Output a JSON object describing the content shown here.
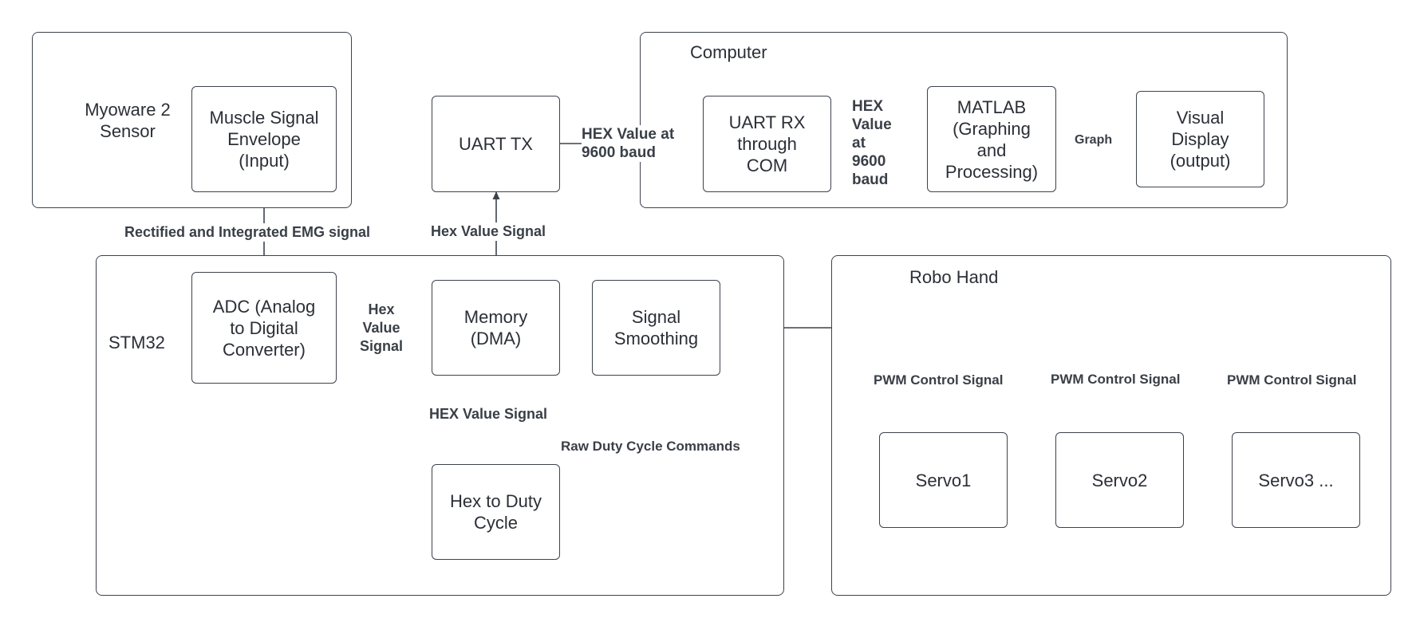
{
  "groups": {
    "sensor": "Myoware 2\nSensor",
    "computer": "Computer",
    "stm32": "STM32",
    "robo_hand": "Robo Hand"
  },
  "nodes": {
    "muscle_signal": "Muscle Signal\nEnvelope\n(Input)",
    "uart_tx": "UART TX",
    "uart_rx": "UART RX\nthrough\nCOM",
    "matlab": "MATLAB\n(Graphing\nand\nProcessing)",
    "visual_display": "Visual\nDisplay\n(output)",
    "adc": "ADC (Analog\nto Digital\nConverter)",
    "memory": "Memory\n(DMA)",
    "signal_smoothing": "Signal\nSmoothing",
    "hex_to_duty": "Hex to Duty\nCycle",
    "servo1": "Servo1",
    "servo2": "Servo2",
    "servo3": "Servo3 ..."
  },
  "edges": {
    "emg": "Rectified and Integrated EMG signal",
    "uart_tx_to_rx": "HEX Value at\n9600 baud",
    "rx_to_matlab": "HEX\nValue\nat\n9600\nbaud",
    "graph": "Graph",
    "mem_to_uart": "Hex Value Signal",
    "adc_to_mem": "Hex\nValue\nSignal",
    "mem_to_hex": "HEX Value Signal",
    "raw_duty": "Raw Duty Cycle Commands",
    "pwm1": "PWM Control Signal",
    "pwm2": "PWM Control Signal",
    "pwm3": "PWM Control Signal"
  },
  "colors": {
    "stroke": "#3d434c",
    "text": "#2b2f36"
  }
}
